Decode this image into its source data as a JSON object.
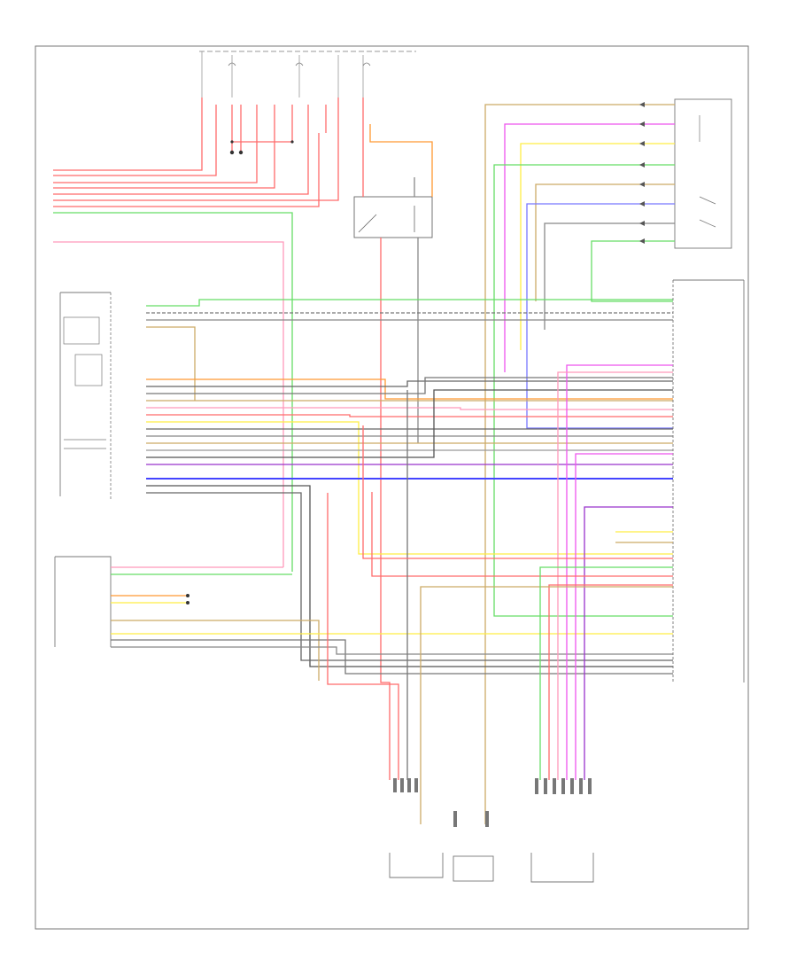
{
  "page": {
    "number_label": ""
  },
  "colors": {
    "red": "#ff6b6b",
    "pink": "#ff99bb",
    "green": "#66dd66",
    "magenta": "#ee55ee",
    "orange": "#ff9933",
    "yellow": "#ffee44",
    "blue": "#4444ff",
    "purple": "#9933cc",
    "gray": "#555555",
    "tan": "#ccaa66",
    "violet": "#bb66ee",
    "light_blue": "#7777ff",
    "dark_gray": "#333333"
  },
  "components": [
    {
      "id": "fuse-box-top",
      "label": ""
    },
    {
      "id": "relay-top-center",
      "label": ""
    },
    {
      "id": "sensor-top-right",
      "label": ""
    },
    {
      "id": "module-left",
      "label": ""
    },
    {
      "id": "module-left-lower",
      "label": ""
    },
    {
      "id": "module-right",
      "label": ""
    },
    {
      "id": "connector-bottom-left",
      "label": ""
    },
    {
      "id": "connector-bottom-center",
      "label": ""
    },
    {
      "id": "connector-bottom-right",
      "label": ""
    }
  ]
}
